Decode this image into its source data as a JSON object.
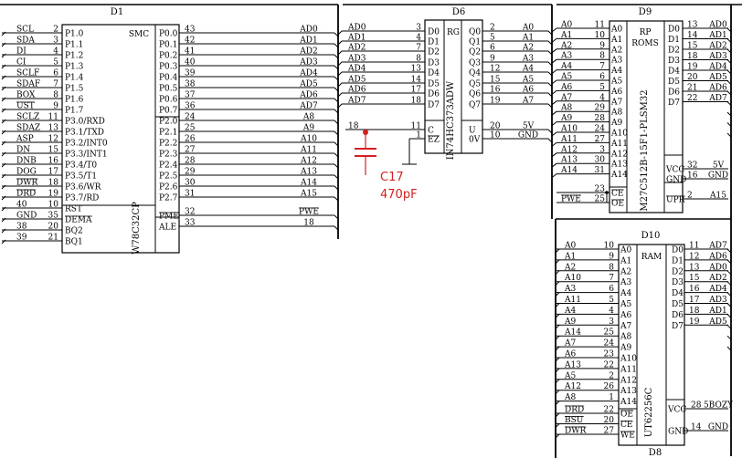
{
  "d1": {
    "title": "D1",
    "tag": "SMC",
    "part": "W78C32CP",
    "left": [
      {
        "sig": "SCL",
        "num": "2",
        "name": "P1.0"
      },
      {
        "sig": "SDA",
        "num": "3",
        "name": "P1.1"
      },
      {
        "sig": "DI",
        "num": "4",
        "name": "P1.2"
      },
      {
        "sig": "CI",
        "num": "5",
        "name": "P1.3"
      },
      {
        "sig": "SCLF",
        "num": "6",
        "name": "P1.4"
      },
      {
        "sig": "SDAF",
        "num": "7",
        "name": "P1.5"
      },
      {
        "sig": "BOX",
        "num": "8",
        "name": "P1.6"
      },
      {
        "sig": "UST",
        "num": "9",
        "name": "P1.7"
      },
      {
        "sig": "SCLZ",
        "num": "11",
        "name": "P3.0/RXD"
      },
      {
        "sig": "SDAZ",
        "num": "13",
        "name": "P3.1/TXD"
      },
      {
        "sig": "ASP",
        "num": "12",
        "name": "P3.2/INT0"
      },
      {
        "sig": "DN",
        "num": "15",
        "name": "P3.3/INT1"
      },
      {
        "sig": "DNB",
        "num": "16",
        "name": "P3.4/T0"
      },
      {
        "sig": "DOG",
        "num": "17",
        "name": "P3.5/T1"
      },
      {
        "sig": "DWR",
        "num": "18",
        "name": "P3.6/WR"
      },
      {
        "sig": "DRD",
        "num": "19",
        "name": "P3.7/RD"
      },
      {
        "sig": "40",
        "num": "10",
        "name": "RST"
      },
      {
        "sig": "GND",
        "num": "35",
        "name": "DEMA"
      },
      {
        "sig": "38",
        "num": "20",
        "name": "BQ2"
      },
      {
        "sig": "39",
        "num": "21",
        "name": "BQ1"
      }
    ],
    "right": [
      {
        "num": "43",
        "name": "P0.0",
        "sig": "AD0"
      },
      {
        "num": "42",
        "name": "P0.1",
        "sig": "AD1"
      },
      {
        "num": "41",
        "name": "P0.2",
        "sig": "AD2"
      },
      {
        "num": "40",
        "name": "P0.3",
        "sig": "AD3"
      },
      {
        "num": "39",
        "name": "P0.4",
        "sig": "AD4"
      },
      {
        "num": "38",
        "name": "P0.5",
        "sig": "AD5"
      },
      {
        "num": "37",
        "name": "P0.6",
        "sig": "AD6"
      },
      {
        "num": "36",
        "name": "P0.7",
        "sig": "AD7"
      },
      {
        "num": "24",
        "name": "P2.0",
        "sig": "A8"
      },
      {
        "num": "25",
        "name": "P2.1",
        "sig": "A9"
      },
      {
        "num": "26",
        "name": "P2.2",
        "sig": "A10"
      },
      {
        "num": "27",
        "name": "P2.3",
        "sig": "A11"
      },
      {
        "num": "28",
        "name": "P2.4",
        "sig": "A12"
      },
      {
        "num": "29",
        "name": "P2.5",
        "sig": "A13"
      },
      {
        "num": "30",
        "name": "P2.6",
        "sig": "A14"
      },
      {
        "num": "31",
        "name": "P2.7",
        "sig": "A15"
      },
      {
        "num": "32",
        "name": "PME",
        "sig": "PWE"
      },
      {
        "num": "33",
        "name": "ALE",
        "sig": "18"
      }
    ]
  },
  "d6": {
    "title": "D6",
    "tag": "RG",
    "part": "IN74HC373ADW",
    "left": [
      {
        "sig": "AD0",
        "num": "3",
        "name": "D0"
      },
      {
        "sig": "AD1",
        "num": "4",
        "name": "D1"
      },
      {
        "sig": "AD2",
        "num": "7",
        "name": "D2"
      },
      {
        "sig": "AD3",
        "num": "8",
        "name": "D3"
      },
      {
        "sig": "AD4",
        "num": "13",
        "name": "D4"
      },
      {
        "sig": "AD5",
        "num": "14",
        "name": "D5"
      },
      {
        "sig": "AD6",
        "num": "17",
        "name": "D6"
      },
      {
        "sig": "AD7",
        "num": "18",
        "name": "D7"
      },
      {
        "sig": "18",
        "num": "11",
        "name": "C"
      },
      {
        "sig": "",
        "num": "1",
        "name": "EZ"
      }
    ],
    "right": [
      {
        "name": "Q0",
        "num": "2",
        "sig": "A0"
      },
      {
        "name": "Q1",
        "num": "5",
        "sig": "A1"
      },
      {
        "name": "Q2",
        "num": "6",
        "sig": "A2"
      },
      {
        "name": "Q3",
        "num": "9",
        "sig": "A3"
      },
      {
        "name": "Q4",
        "num": "12",
        "sig": "A4"
      },
      {
        "name": "Q5",
        "num": "15",
        "sig": "A5"
      },
      {
        "name": "Q6",
        "num": "16",
        "sig": "A6"
      },
      {
        "name": "Q7",
        "num": "19",
        "sig": "A7"
      },
      {
        "name": "U",
        "num": "20",
        "sig": "5V"
      },
      {
        "name": "0V",
        "num": "10",
        "sig": "GND"
      }
    ]
  },
  "c17": {
    "ref": "C17",
    "value": "470pF"
  },
  "d9": {
    "title": "D9",
    "tag": "RP",
    "tag2": "ROMS",
    "part": "M27C512B-15F1-PLSM32",
    "left": [
      {
        "sig": "A0",
        "num": "11",
        "name": "A0"
      },
      {
        "sig": "A1",
        "num": "10",
        "name": "A1"
      },
      {
        "sig": "A2",
        "num": "9",
        "name": "A2"
      },
      {
        "sig": "A3",
        "num": "8",
        "name": "A3"
      },
      {
        "sig": "A4",
        "num": "7",
        "name": "A4"
      },
      {
        "sig": "A5",
        "num": "6",
        "name": "A5"
      },
      {
        "sig": "A6",
        "num": "5",
        "name": "A6"
      },
      {
        "sig": "A7",
        "num": "4",
        "name": "A7"
      },
      {
        "sig": "A8",
        "num": "29",
        "name": "A8"
      },
      {
        "sig": "A9",
        "num": "28",
        "name": "A9"
      },
      {
        "sig": "A10",
        "num": "24",
        "name": "A10"
      },
      {
        "sig": "A11",
        "num": "27",
        "name": "A11"
      },
      {
        "sig": "A12",
        "num": "3",
        "name": "A12"
      },
      {
        "sig": "A13",
        "num": "30",
        "name": "A13"
      },
      {
        "sig": "A14",
        "num": "31",
        "name": "A14"
      },
      {
        "sig": "",
        "num": "23",
        "name": "CE"
      },
      {
        "sig": "PWE",
        "num": "25",
        "name": "OE"
      }
    ],
    "right": [
      {
        "name": "D0",
        "num": "13",
        "sig": "AD0"
      },
      {
        "name": "D1",
        "num": "14",
        "sig": "AD1"
      },
      {
        "name": "D2",
        "num": "15",
        "sig": "AD2"
      },
      {
        "name": "D3",
        "num": "18",
        "sig": "AD3"
      },
      {
        "name": "D4",
        "num": "19",
        "sig": "AD4"
      },
      {
        "name": "D5",
        "num": "20",
        "sig": "AD5"
      },
      {
        "name": "D6",
        "num": "21",
        "sig": "AD6"
      },
      {
        "name": "D7",
        "num": "22",
        "sig": "AD7"
      }
    ],
    "power": [
      {
        "name": "VCC",
        "num": "32",
        "sig": "5V"
      },
      {
        "name": "GND",
        "num": "16",
        "sig": "GND"
      },
      {
        "name": "UPR",
        "num": "2",
        "sig": "A15"
      }
    ]
  },
  "d10": {
    "title": "D10",
    "tag": "RAM",
    "part": "UT62256C",
    "left": [
      {
        "sig": "A0",
        "num": "10",
        "name": "A0"
      },
      {
        "sig": "A1",
        "num": "9",
        "name": "A1"
      },
      {
        "sig": "A2",
        "num": "8",
        "name": "A2"
      },
      {
        "sig": "A10",
        "num": "7",
        "name": "A3"
      },
      {
        "sig": "A3",
        "num": "6",
        "name": "A4"
      },
      {
        "sig": "A11",
        "num": "5",
        "name": "A5"
      },
      {
        "sig": "A4",
        "num": "4",
        "name": "A6"
      },
      {
        "sig": "A9",
        "num": "3",
        "name": "A7"
      },
      {
        "sig": "A14",
        "num": "25",
        "name": "A8"
      },
      {
        "sig": "A7",
        "num": "24",
        "name": "A9"
      },
      {
        "sig": "A6",
        "num": "23",
        "name": "A10"
      },
      {
        "sig": "A13",
        "num": "22",
        "name": "A11"
      },
      {
        "sig": "A5",
        "num": "2",
        "name": "A12"
      },
      {
        "sig": "A12",
        "num": "26",
        "name": "A13"
      },
      {
        "sig": "A8",
        "num": "1",
        "name": "A14"
      },
      {
        "sig": "DRD",
        "num": "22",
        "name": "OE"
      },
      {
        "sig": "BSU",
        "num": "20",
        "name": "CE"
      },
      {
        "sig": "DWR",
        "num": "27",
        "name": "WE"
      }
    ],
    "right": [
      {
        "name": "D0",
        "num": "11",
        "sig": "AD7"
      },
      {
        "name": "D1",
        "num": "12",
        "sig": "AD6"
      },
      {
        "name": "D2",
        "num": "13",
        "sig": "AD0"
      },
      {
        "name": "D3",
        "num": "15",
        "sig": "AD2"
      },
      {
        "name": "D4",
        "num": "16",
        "sig": "AD4"
      },
      {
        "name": "D5",
        "num": "17",
        "sig": "AD3"
      },
      {
        "name": "D6",
        "num": "18",
        "sig": "AD1"
      },
      {
        "name": "D7",
        "num": "19",
        "sig": "AD5"
      }
    ],
    "power": [
      {
        "name": "VCC",
        "num": "28",
        "sig": "5BOZY"
      },
      {
        "name": "GND",
        "num": "14",
        "sig": "GND"
      }
    ]
  },
  "d8": {
    "title": "D8"
  }
}
